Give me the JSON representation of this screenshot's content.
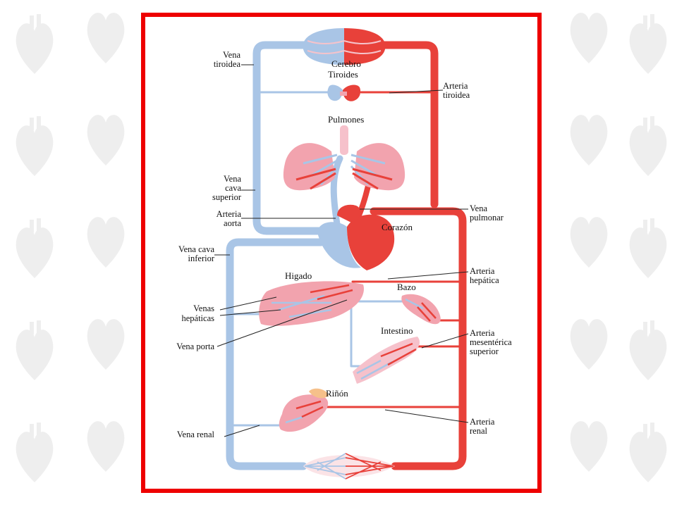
{
  "colors": {
    "frame": "#ee0000",
    "artery": "#e8413a",
    "vein": "#a9c5e6",
    "organ": "#f2a3ae",
    "watermark": "#c8c8c8"
  },
  "watermark": {
    "icon": "heart-anatomy-icon"
  },
  "organs": {
    "cerebro": "Cerebro",
    "tiroides": "Tiroides",
    "pulmones": "Pulmones",
    "corazon": "Corazón",
    "higado": "Higado",
    "bazo": "Bazo",
    "intestino": "Intestino",
    "rinon": "Riñón"
  },
  "labels": {
    "vena_tiroidea": [
      "Vena",
      "tiroidea"
    ],
    "arteria_tiroidea": [
      "Arteria",
      "tiroidea"
    ],
    "vena_cava_superior": [
      "Vena",
      "cava",
      "superior"
    ],
    "arteria_aorta": [
      "Arteria",
      "aorta"
    ],
    "vena_pulmonar": [
      "Vena",
      "pulmonar"
    ],
    "vena_cava_inferior": [
      "Vena cava",
      "inferior"
    ],
    "arteria_hepatica": [
      "Arteria",
      "hepática"
    ],
    "venas_hepaticas": [
      "Venas",
      "hepáticas"
    ],
    "vena_porta": "Vena porta",
    "arteria_mesenterica": [
      "Arteria",
      "mesentérica",
      "superior"
    ],
    "vena_renal": "Vena renal",
    "arteria_renal": [
      "Arteria",
      "renal"
    ]
  }
}
